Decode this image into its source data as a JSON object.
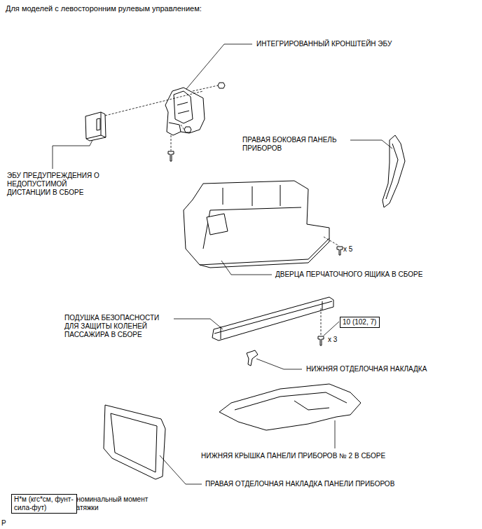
{
  "diagram": {
    "title": "Для моделей с левосторонним рулевым управлением:",
    "nodes": [
      {
        "text": [
          "10 (102, 7)"
        ]
      },
      {
        "text": [
          "Н*м (кгс*см, фунт-сила-фут)"
        ]
      }
    ],
    "labels": [
      "ИНТЕГРИРОВАННЫЙ КРОНШТЕЙН ЭБУ",
      "ПРАВАЯ БОКОВАЯ ПАНЕЛЬ ПРИБОРОВ",
      "ЭБУ ПРЕДУПРЕЖДЕНИЯ О НЕДОПУСТИМОЙ ДИСТАНЦИИ В СБОРЕ",
      "x 5",
      "ДВЕРЦА ПЕРЧАТОЧНОГО ЯЩИКА В СБОРЕ",
      "ПОДУШКА БЕЗОПАСНОСТИ ДЛЯ ЗАЩИТЫ КОЛЕНЕЙ ПАССАЖИРА В СБОРЕ",
      "x 3",
      "НИЖНЯЯ ОТДЕЛОЧНАЯ НАКЛАДКА",
      "НИЖНЯЯ КРЫШКА ПАНЕЛИ ПРИБОРОВ № 2 В СБОРЕ",
      "ПРАВАЯ ОТДЕЛОЧНАЯ НАКЛАДКА ПАНЕЛИ ПРИБОРОВ",
      ": номинальный момент затяжки",
      "P"
    ]
  }
}
